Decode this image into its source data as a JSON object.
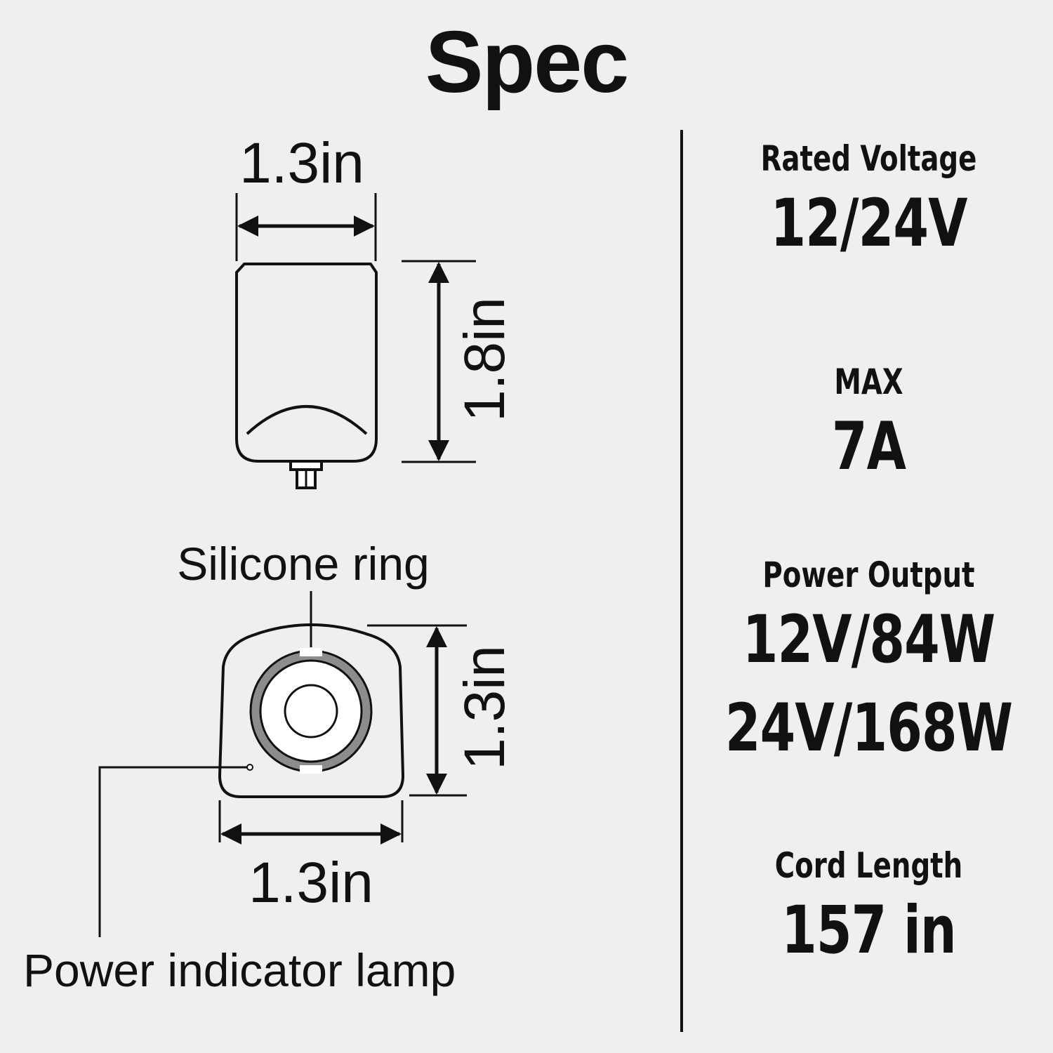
{
  "title": "Spec",
  "diagram": {
    "side_view": {
      "width_label": "1.3in",
      "height_label": "1.8in"
    },
    "top_view": {
      "height_label": "1.3in",
      "width_label": "1.3in",
      "ring_callout": "Silicone ring",
      "lamp_callout": "Power indicator lamp"
    }
  },
  "specs": {
    "voltage": {
      "label": "Rated Voltage",
      "value": "12/24V"
    },
    "current": {
      "label": "MAX",
      "value": "7A"
    },
    "power": {
      "label": "Power Output",
      "values": [
        "12V/84W",
        "24V/168W"
      ]
    },
    "cord": {
      "label": "Cord Length",
      "value": "157 in"
    }
  }
}
